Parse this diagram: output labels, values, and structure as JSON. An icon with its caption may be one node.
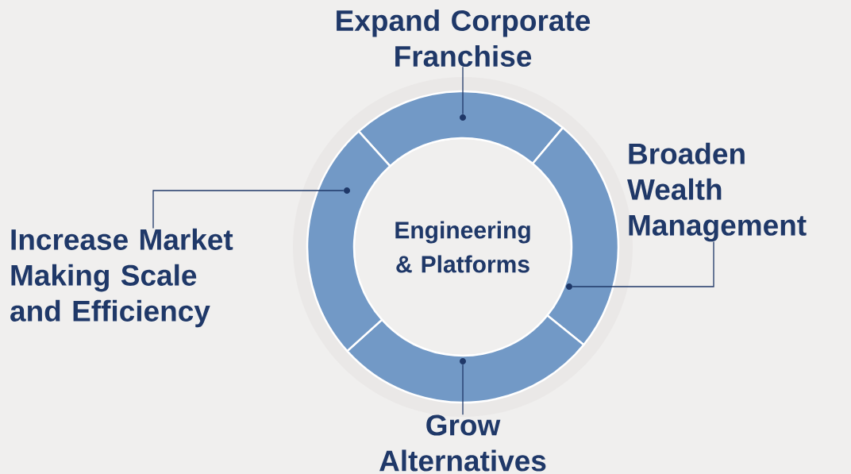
{
  "diagram": {
    "nodes": [
      {
        "text": [
          "Expand Corporate Franchise"
        ]
      },
      {
        "text": [
          "Broaden Wealth Management"
        ]
      },
      {
        "text": [
          "Increase Market Making Scale and Efficiency"
        ]
      },
      {
        "text": [
          "Engineering & Platforms"
        ]
      },
      {
        "text": [],
        "shape": "arc"
      },
      {
        "text": [],
        "shape": "arc"
      },
      {
        "text": [],
        "shape": "arc"
      },
      {
        "text": [],
        "shape": "arc"
      },
      {
        "text": [
          "Grow Alternatives"
        ]
      }
    ],
    "edges": [
      {
        "from": 0,
        "to": 4,
        "arrow": "none"
      },
      {
        "from": 1,
        "to": 5,
        "arrow": "none"
      },
      {
        "from": 8,
        "to": 6,
        "arrow": "none"
      },
      {
        "from": 2,
        "to": 7,
        "arrow": "none"
      }
    ]
  }
}
